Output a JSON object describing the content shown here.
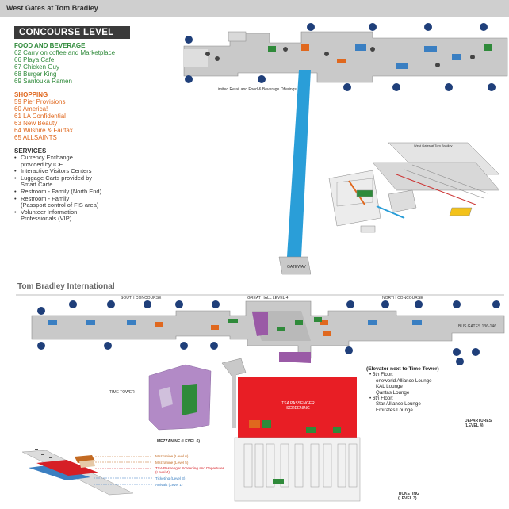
{
  "header": {
    "title": "West Gates at Tom Bradley"
  },
  "concourse": {
    "level_label": "CONCOURSE LEVEL",
    "food": {
      "title": "FOOD AND BEVERAGE",
      "items": [
        {
          "num": "62",
          "name": "Carry on coffee and Marketplace"
        },
        {
          "num": "66",
          "name": "Playa Cafe"
        },
        {
          "num": "67",
          "name": "Chicken Guy"
        },
        {
          "num": "68",
          "name": "Burger King"
        },
        {
          "num": "69",
          "name": "Santouka Ramen"
        }
      ]
    },
    "shopping": {
      "title": "SHOPPING",
      "items": [
        {
          "num": "59",
          "name": "Pier Provisions"
        },
        {
          "num": "60",
          "name": "America!"
        },
        {
          "num": "61",
          "name": "LA Confidential"
        },
        {
          "num": "63",
          "name": "New Beauty"
        },
        {
          "num": "64",
          "name": "Wilshire & Fairfax"
        },
        {
          "num": "65",
          "name": "ALLSAINTS"
        }
      ]
    },
    "services": {
      "title": "SERVICES",
      "items": [
        {
          "label": "Currency Exchange",
          "sub": "provided by ICE"
        },
        {
          "label": "Interactive Visitors Centers",
          "sub": ""
        },
        {
          "label": "Luggage Carts provided by",
          "sub": "Smart Carte"
        },
        {
          "label": "Restroom - Family (North End)",
          "sub": ""
        },
        {
          "label": "Restroom - Family",
          "sub": "(Passport control of FIS area)"
        },
        {
          "label": "Volunteer Information",
          "sub": "Professionals (VIP)"
        }
      ]
    }
  },
  "map_labels": {
    "limited_retail": "Limited Retail and Food & Beverage Offerings",
    "gateway": "GATEWAY",
    "tbi_title": "Tom Bradley International",
    "south_concourse": "SOUTH CONCOURSE",
    "great_hall": "GREAT HALL LEVEL 4",
    "north_concourse": "NORTH CONCOURSE",
    "bus_gates": "BUS GATES 136-146",
    "time_tower": "TIME TOWER",
    "tsa": "TSA PASSENGER SCREENING",
    "departures": "DEPARTURES (LEVEL 4)",
    "mezzanine": "MEZZANINE (LEVEL 6)",
    "ticketing": "TICKETING (LEVEL 3)",
    "west_gates_small": "West Gates at Tom Bradley"
  },
  "elevator": {
    "title": "(Elevator next to Time Tower)",
    "lines": [
      "• 5th Floor:",
      "oneworld Alliance Lounge",
      "KAL Lounge",
      "Qantas Lounge",
      "• 6th Floor:",
      "Star Alliance Lounge",
      "Emirates Lounge"
    ]
  },
  "stack_legend": [
    {
      "label": "Mezzanine (Level 6)",
      "color": "#c36a22"
    },
    {
      "label": "Mezzanine (Level 5)",
      "color": "#c36a22"
    },
    {
      "label": "TSA Passenger Screening and Departures (Level 4)",
      "color": "#d61f26"
    },
    {
      "label": "Ticketing (Level 3)",
      "color": "#3b7fc1"
    },
    {
      "label": "Arrivals (Level 1)",
      "color": "#3b7fc1"
    }
  ],
  "colors": {
    "food": "#2f8a3a",
    "shop": "#e0681e",
    "tsa": "#e81e25",
    "walkway": "#2a9ed8",
    "mezzanine": "#b28ac6",
    "concourse": "#c8c8c8"
  }
}
